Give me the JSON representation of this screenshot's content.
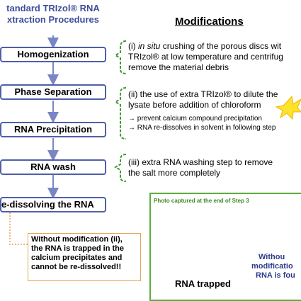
{
  "left_title": {
    "line1": "tandard TRIzol® RNA",
    "line2": "xtraction Procedures"
  },
  "modifications_title": "Modifications",
  "steps": [
    {
      "label": "Homogenization"
    },
    {
      "label": "Phase Separation"
    },
    {
      "label": "RNA Precipitation"
    },
    {
      "label": "RNA wash"
    },
    {
      "label": "e-dissolving the RNA"
    }
  ],
  "modifications": {
    "m1": {
      "line1_prefix": "(i) ",
      "line1_italic": "in situ",
      "line1_rest": " crushing of the porous discs wit",
      "line2": "TRIzol® at low temperature and centrifug",
      "line3": "remove the material debris"
    },
    "m2": {
      "line1": "(ii) the use of extra TRIzol® to dilute the",
      "line2": "lysate before addition of chloroform",
      "bullet1": "→ prevent calcium compound precipitation",
      "bullet2": "→ RNA re-dissolves in solvent in following step"
    },
    "m3": {
      "line1": "(iii) extra RNA washing step to remove",
      "line2": "the salt more completely"
    }
  },
  "bottom_note": {
    "line1": "Without modification (ii),",
    "line2": "the RNA is trapped in the",
    "line3": "calcium precipitates and",
    "line4": "cannot be re-dissolved!!"
  },
  "photo": {
    "caption": "Photo captured at the end of Step 3",
    "rna_trapped": "RNA trapped",
    "without_line1": "Withou",
    "without_line2": "modificatio",
    "without_line3": "RNA is fou"
  },
  "colors": {
    "step_border": "#4f5fa8",
    "arrow": "#7a86c4",
    "bracket": "#3d9b2f",
    "note_border": "#e4a25b",
    "photo_border": "#5aae3c",
    "burst": "#ffe22b"
  }
}
